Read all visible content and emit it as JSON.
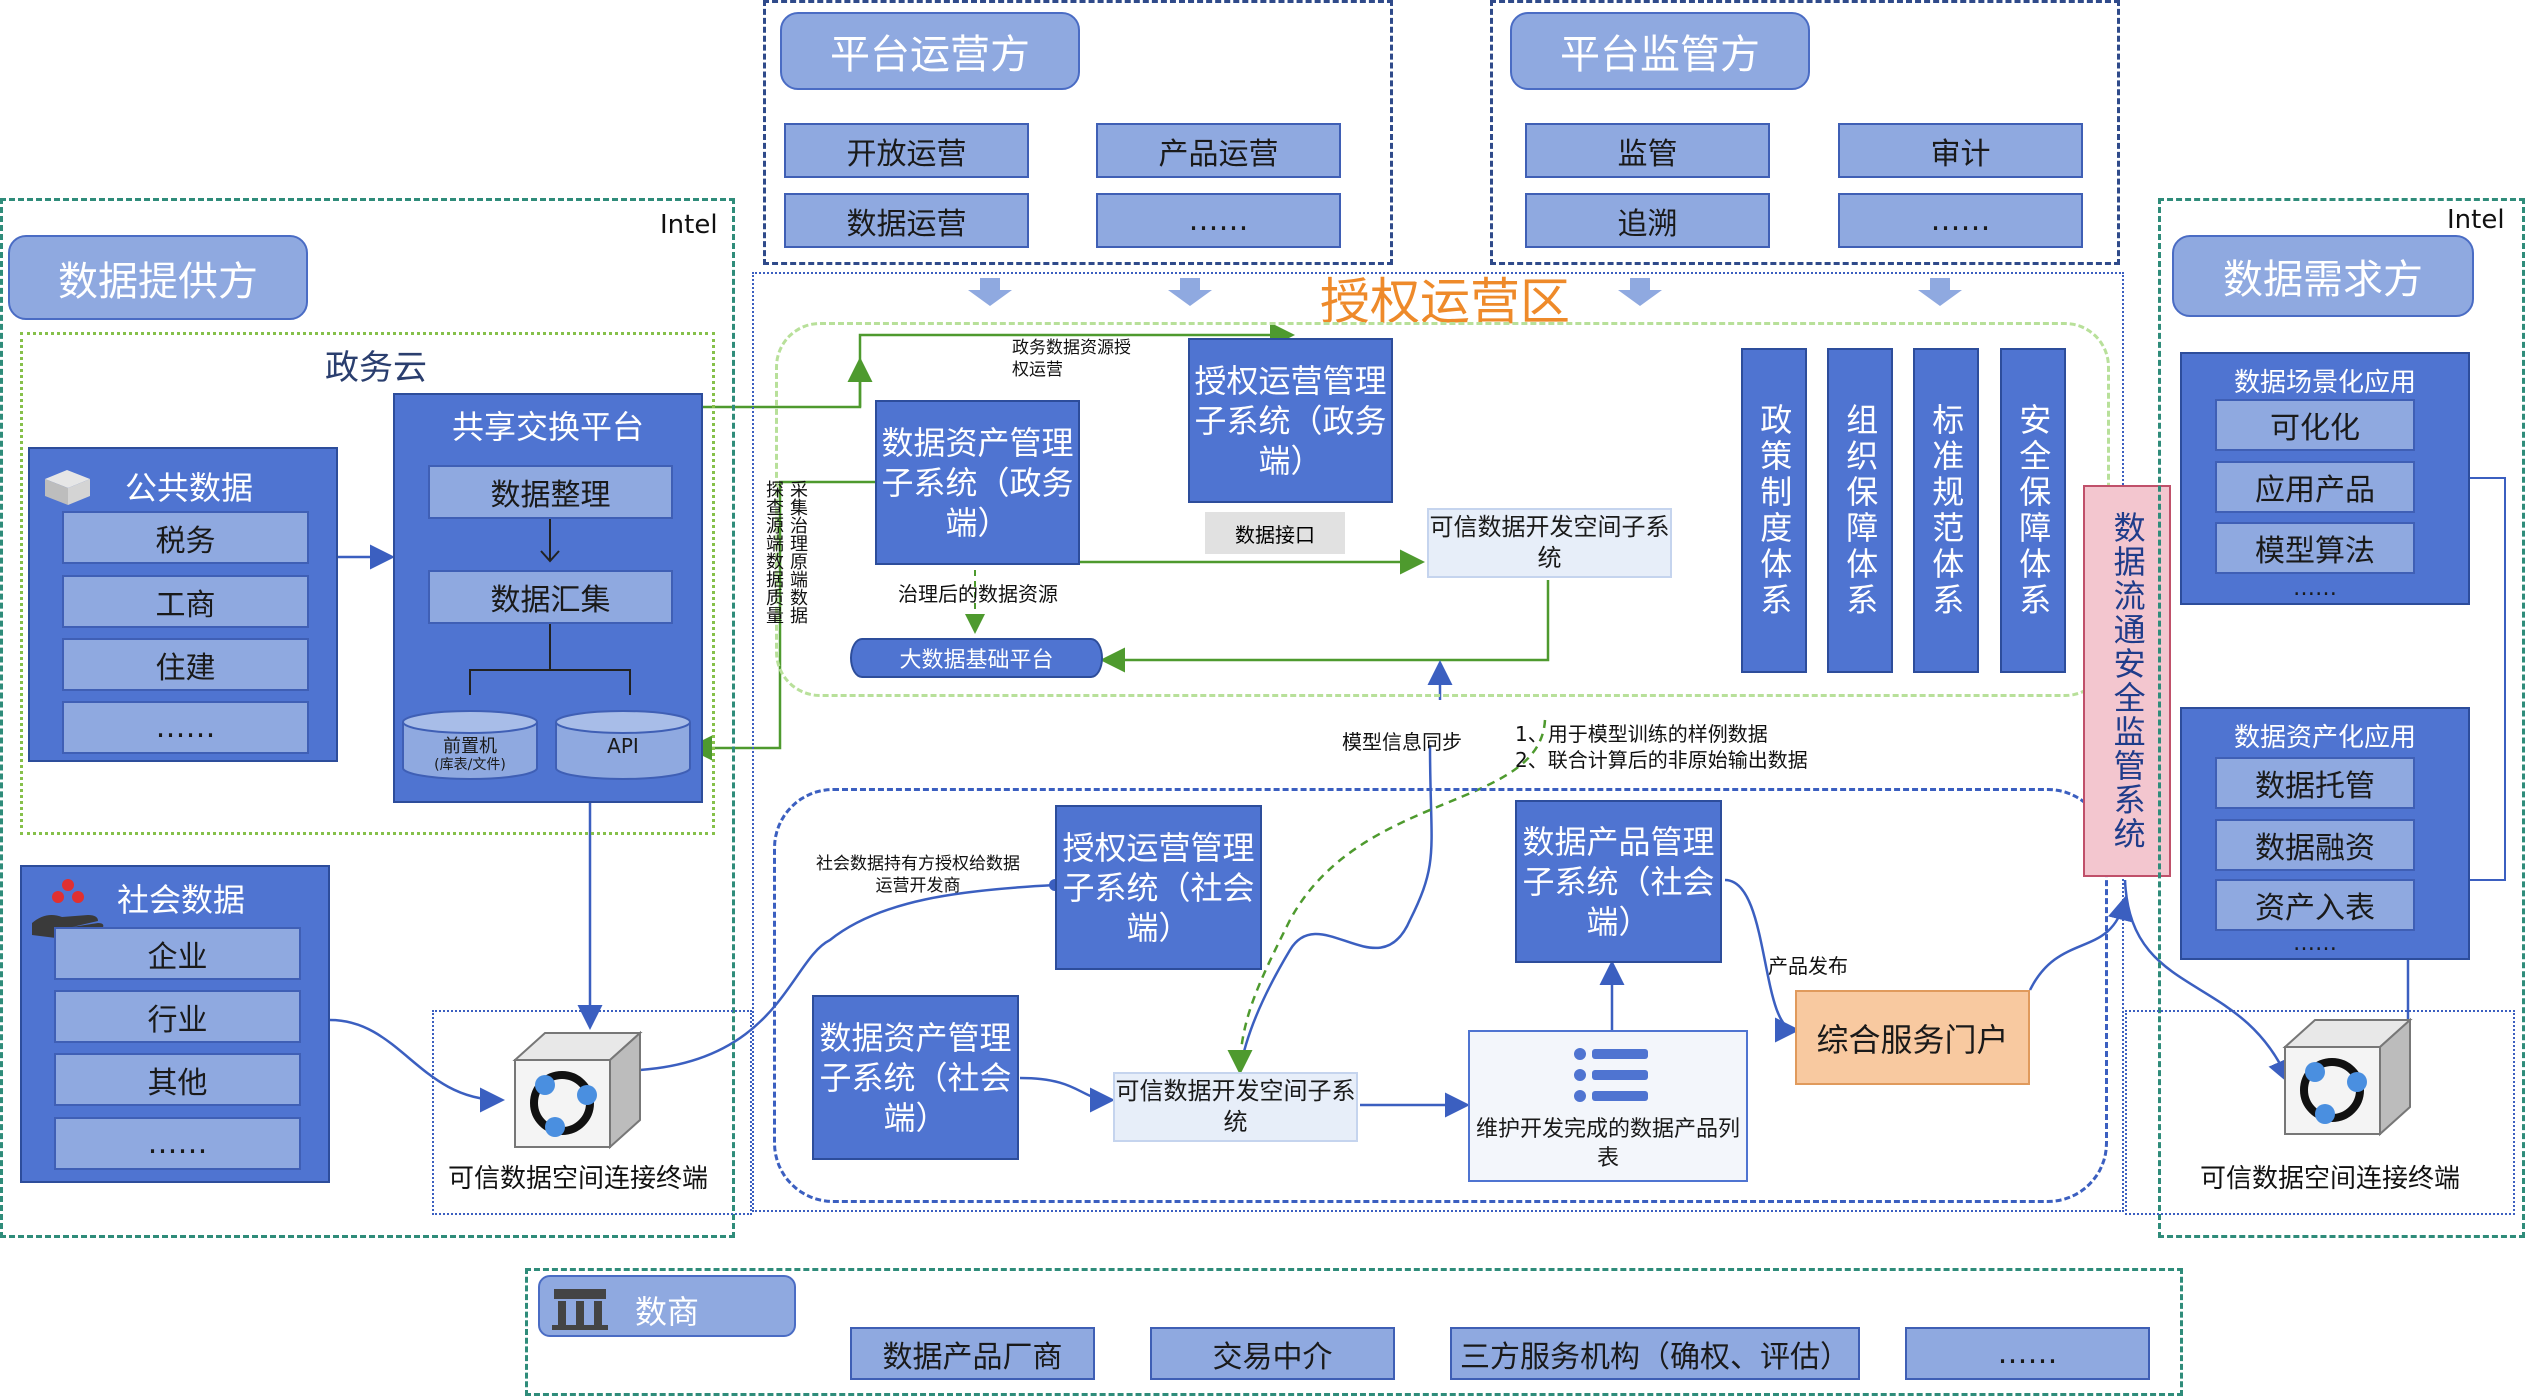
{
  "operator": {
    "title": "平台运营方",
    "items": [
      "开放运营",
      "产品运营",
      "数据运营",
      "……"
    ]
  },
  "regulator": {
    "title": "平台监管方",
    "items": [
      "监管",
      "审计",
      "追溯",
      "……"
    ]
  },
  "zone_title": "授权运营区",
  "intel": "Intel",
  "provider": {
    "title": "数据提供方",
    "gov_cloud": "政务云",
    "public_data": {
      "title": "公共数据",
      "items": [
        "税务",
        "工商",
        "住建",
        "……"
      ]
    },
    "exchange": {
      "title": "共享交换平台",
      "items": [
        "数据整理",
        "数据汇集"
      ],
      "db1_l1": "前置机",
      "db1_l2": "(库表/文件)",
      "db2": "API"
    },
    "social_data": {
      "title": "社会数据",
      "items": [
        "企业",
        "行业",
        "其他",
        "……"
      ]
    },
    "terminal": "可信数据空间连接终端"
  },
  "gov": {
    "asset_mgmt": "数据资产管理子系统（政务端）",
    "auth_mgmt": "授权运营管理子系统（政务端）",
    "interface": "数据接口",
    "dev_space": "可信数据开发空间子系统",
    "bigdata": "大数据基础平台",
    "label_auth": "政务数据资源授权运营",
    "label_governed": "治理后的数据资源",
    "label_collect": "采集治理原端数据",
    "label_probe": "探查源端数据质量"
  },
  "systems": [
    "政策制度体系",
    "组织保障体系",
    "标准规范体系",
    "安全保障体系"
  ],
  "monitor": "数据流通安全监管系统",
  "social": {
    "auth_mgmt": "授权运营管理子系统（社会端）",
    "asset_mgmt": "数据资产管理子系统（社会端）",
    "dev_space": "可信数据开发空间子系统",
    "product_mgmt": "数据产品管理子系统（社会端）",
    "product_list": "维护开发完成的数据产品列表",
    "portal": "综合服务门户",
    "label_auth": "社会数据持有方授权给数据运营开发商",
    "label_sync": "模型信息同步",
    "label_use1": "1、用于模型训练的样例数据",
    "label_use2": "2、联合计算后的非原始输出数据",
    "label_publish": "产品发布"
  },
  "demand": {
    "title": "数据需求方",
    "scene": {
      "title": "数据场景化应用",
      "items": [
        "可化化",
        "应用产品",
        "模型算法",
        "……"
      ]
    },
    "asset": {
      "title": "数据资产化应用",
      "items": [
        "数据托管",
        "数据融资",
        "资产入表",
        "……"
      ]
    },
    "terminal": "可信数据空间连接终端"
  },
  "merchant": {
    "title": "数商",
    "items": [
      "数据产品厂商",
      "交易中介",
      "三方服务机构（确权、评估）",
      "……"
    ]
  },
  "colors": {
    "header_fill": "#8fa9e0",
    "box_fill": "#4f74d1",
    "portal_fill": "#f8c9a0",
    "monitor_fill": "#f3c6cf",
    "zone_title": "#ee8a2a"
  }
}
